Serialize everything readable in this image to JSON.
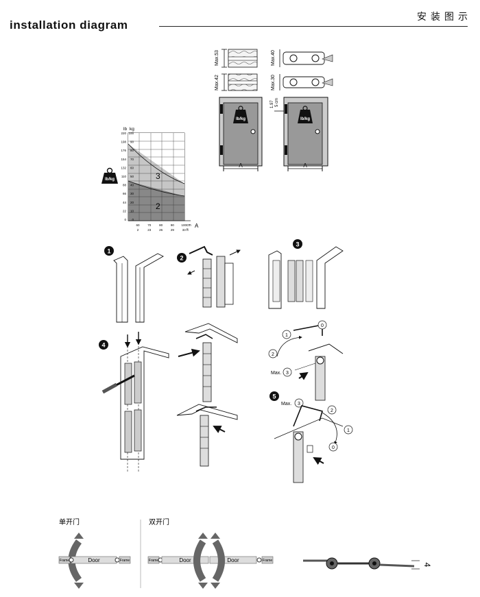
{
  "header": {
    "title": "installation diagram",
    "title_cn": "安装图示"
  },
  "dimensions": {
    "max53": "Max.53",
    "max42": "Max.42",
    "max40": "Max.40",
    "max30": "Max.30",
    "gap_in": "1.97",
    "gap_cm": "5 cm",
    "door_width": "A",
    "door_width2": "A"
  },
  "weight_chart": {
    "icon_label": "lb/kg",
    "col_lb": "lb",
    "col_kg": "kg",
    "lb_ticks": [
      "220",
      "198",
      "176",
      "154",
      "132",
      "110",
      "88",
      "66",
      "44",
      "22",
      "0"
    ],
    "kg_ticks": [
      "100",
      "90",
      "80",
      "70",
      "60",
      "50",
      "40",
      "30",
      "20",
      "10",
      "0"
    ],
    "cm_ticks": [
      "60",
      "70",
      "80",
      "90",
      "100"
    ],
    "ft_ticks": [
      "2",
      "23",
      "26",
      "29",
      "33"
    ],
    "unit_cm": "cm",
    "unit_ft": "ft",
    "axis_label": "A",
    "zone3": "3",
    "zone2": "2"
  },
  "steps": {
    "s1": "1",
    "s2": "2",
    "s3": "3",
    "s4": "4",
    "s5": "5"
  },
  "adjust": {
    "max3": "Max.",
    "c3": "3",
    "c1": "1",
    "c2": "2",
    "c0": "0",
    "max3b": "Max.",
    "c3b": "3",
    "c2b": "2",
    "c1b": "1",
    "c0b": "0"
  },
  "bottom": {
    "single_label": "单开门",
    "double_label": "双开门",
    "frame": "Frame",
    "door": "Door",
    "frame2": "Frame",
    "frame3": "Frame",
    "door2": "Door",
    "door3": "Door",
    "frame4": "Frame",
    "dim4": "4"
  }
}
